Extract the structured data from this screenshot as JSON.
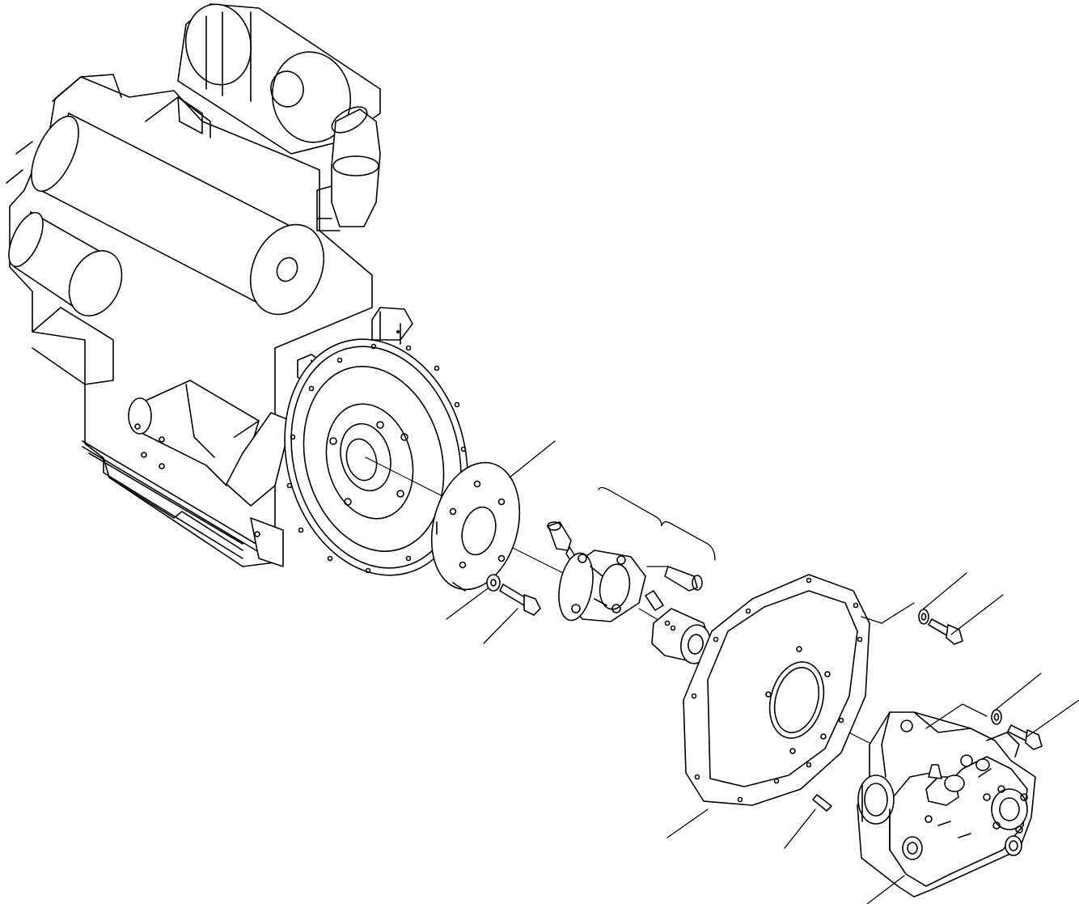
{
  "figure": {
    "background": "#ffffff",
    "line_color": "#000000",
    "parts": [
      "engine",
      "flywheel-housing",
      "adapter-plate",
      "coupling-assembly",
      "coupling-hub",
      "pump-mounting-flange",
      "hydraulic-pump"
    ]
  }
}
